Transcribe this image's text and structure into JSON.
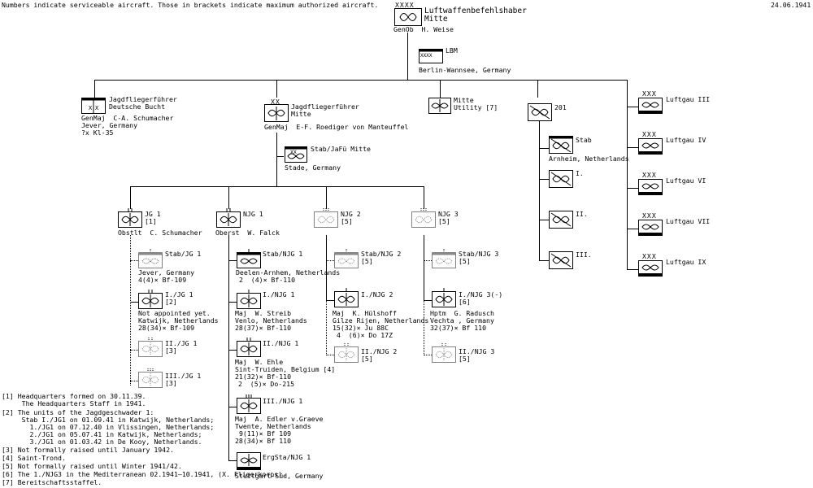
{
  "header": {
    "note": "Numbers indicate serviceable aircraft. Those in brackets indicate maximum authorized aircraft.",
    "date": "24.06.1941"
  },
  "top": {
    "name": [
      "Luftwaffenbefehlshaber",
      "Mitte"
    ],
    "commander": "GenOb  H. Weise",
    "rank_marks": "XXXX"
  },
  "lbm": {
    "label": "LBM",
    "location": "Berlin-Wannsee, Germany",
    "rank_marks": "XXXX"
  },
  "jafu_db": {
    "name": [
      "Jagdfliegerführer",
      "Deutsche Bucht"
    ],
    "info": [
      "GenMaj  C-A. Schumacher",
      "Jever, Germany",
      "?x Kl-35"
    ]
  },
  "jafu_mitte": {
    "name": [
      "Jagdfliegerführer",
      "Mitte"
    ],
    "commander": "GenMaj  E-F. Roediger von Manteuffel",
    "rank_marks": "XX"
  },
  "stab_jafu": {
    "name": "Stab/JaFü Mitte",
    "location": "Stade, Germany",
    "rank_marks": "XX"
  },
  "mitte_util": {
    "name": [
      "Mitte",
      "Utility [7]"
    ]
  },
  "unit201": {
    "name": "201",
    "stab": "Stab",
    "stab_loc": "Arnheim, Netherlands",
    "groups": [
      "I.",
      "II.",
      "III."
    ]
  },
  "luftgaue": [
    "Luftgau III",
    "Luftgau IV",
    "Luftgau VI",
    "Luftgau VII",
    "Luftgau IX"
  ],
  "luftgau_marks": "XXX",
  "jg1": {
    "name": [
      "JG 1",
      "[1]"
    ],
    "commander": "Obstlt  C. Schumacher",
    "stab": "Stab/JG 1",
    "stab_info": [
      "Jever, Germany",
      "4(4)× Bf-109"
    ],
    "g1": "I./JG 1",
    "g1_ref": "[2]",
    "g1_info": [
      "Not appointed yet.",
      "Katwijk, Netherlands",
      "28(34)× Bf-109"
    ],
    "g2": [
      "II./JG 1",
      "[3]"
    ],
    "g3": [
      "III./JG 1",
      "[3]"
    ]
  },
  "njg1": {
    "name": "NJG 1",
    "commander": "Oberst  W. Falck",
    "stab": "Stab/NJG 1",
    "stab_info": [
      "Deelen-Arnhem, Netherlands",
      "2  (4)× Bf-110"
    ],
    "g1": "I./NJG 1",
    "g1_info": [
      "Maj  W. Streib",
      "Venlo, Netherlands",
      "28(37)× Bf-110"
    ],
    "g2": "II./NJG 1",
    "g2_info": [
      "Maj  W. Ehle",
      "Sint-Truiden, Belgium [4]",
      "21(32)× Bf-110",
      "2  (5)× Do-215"
    ],
    "g3": "III./NJG 1",
    "g3_info": [
      "Maj  A. Edler v.Graeve",
      "Twente, Netherlands",
      "9(11)× Bf 109",
      "28(34)× Bf 110"
    ],
    "erg": "ErgSta/NJG 1",
    "erg_info": "Stuttgart-Süd, Germany"
  },
  "njg2": {
    "name": [
      "NJG 2",
      "[5]"
    ],
    "stab": [
      "Stab/NJG 2",
      "[5]"
    ],
    "g1": "I./NJG 2",
    "g1_info": [
      "Maj  K. Hülshoff",
      "Gilze Rijen, Netherlands",
      "15(32)× Ju 88C",
      "4  (6)× Do 17Z"
    ],
    "g2": [
      "II./NJG 2",
      "[5]"
    ]
  },
  "njg3": {
    "name": [
      "NJG 3",
      "[5]"
    ],
    "stab": [
      "Stab/NJG 3",
      "[5]"
    ],
    "g1": [
      "I./NJG 3(-)",
      "[6]"
    ],
    "g1_info": [
      "Hptm  G. Radusch",
      "Vechta , Germany",
      "32(37)× Bf 110"
    ],
    "g2": [
      "II./NJG 3",
      "[5]"
    ]
  },
  "footnotes": [
    "[1] Headquarters formed on 30.11.39.",
    "     The Headquarters Staff in 1941.",
    "[2] The units of the Jagdgeschwader 1:",
    "     Stab I./JG1 on 01.09.41 in Katwijk, Netherlands;",
    "       1./JG1 on 07.12.40 in Vlissingen, Netherlands;",
    "       2./JG1 on 05.07.41 in Katwijk, Netherlands;",
    "       3./JG1 on 01.03.42 in De Kooy, Netherlands.",
    "[3] Not formally raised until January 1942.",
    "[4] Saint-Trond.",
    "[5] Not formally raised until Winter 1941/42.",
    "[6] The 1./NJG3 in the Mediterranean 02.1941–10.1941, (X. Fligerkorps).",
    "[7] Bereitschaftsstaffel."
  ]
}
